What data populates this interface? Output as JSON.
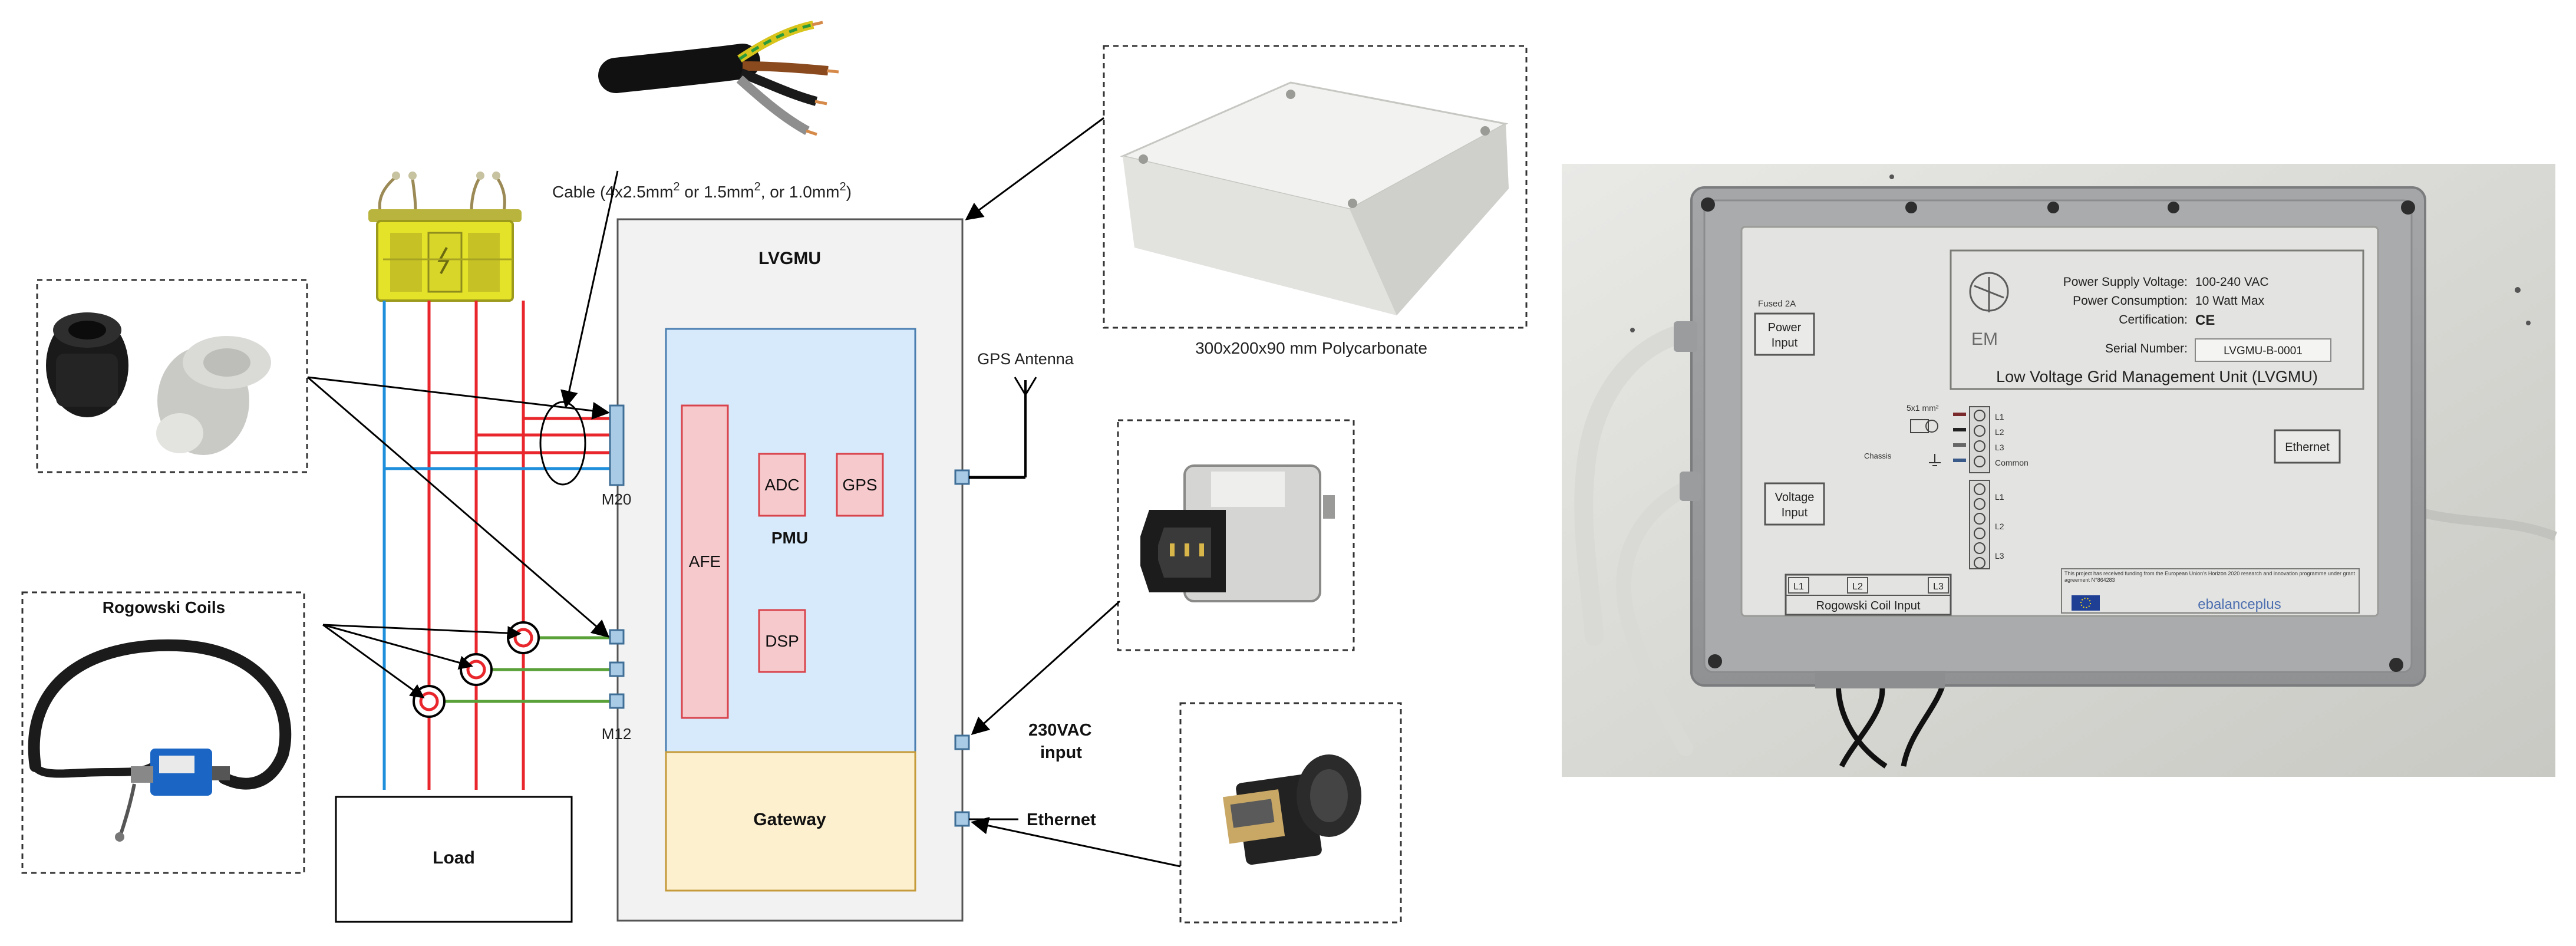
{
  "diagram": {
    "cable_label_prefix": "Cable (4x2.5mm",
    "cable_label_sup": "2",
    "cable_label_mid1": " or 1.5mm",
    "cable_label_mid2": ", or 1.0mm",
    "cable_label_suffix": ")",
    "lvgmu_title": "LVGMU",
    "afe": "AFE",
    "adc": "ADC",
    "gps": "GPS",
    "pmu": "PMU",
    "dsp": "DSP",
    "gateway": "Gateway",
    "gps_antenna": "GPS Antenna",
    "enclosure_caption": "300x200x90 mm Polycarbonate",
    "m20": "M20",
    "m12": "M12",
    "rogowski_coils": "Rogowski Coils",
    "load": "Load",
    "power_input_line1": "230VAC",
    "power_input_line2": "input",
    "ethernet": "Ethernet"
  },
  "device_label": {
    "fused": "Fused 2A",
    "power_input_1": "Power",
    "power_input_2": "Input",
    "power_supply_key": "Power Supply Voltage:",
    "power_supply_val": "100-240 VAC",
    "power_consumption_key": "Power Consumption:",
    "power_consumption_val": "10 Watt Max",
    "certification_key": "Certification:",
    "certification_val": "CE",
    "serial_key": "Serial Number:",
    "serial_val": "LVGMU-B-0001",
    "unit_title": "Low Voltage Grid Management Unit (LVGMU)",
    "wire_spec": "5x1 mm²",
    "chassis": "Chassis",
    "l1": "L1",
    "l2": "L2",
    "l3": "L3",
    "common": "Common",
    "voltage_input_1": "Voltage",
    "voltage_input_2": "Input",
    "ethernet": "Ethernet",
    "rogowski_input": "Rogowski Coil Input",
    "funding": "This project has received funding from the European Union's Horizon 2020 research and innovation programme under grant agreement N°864283",
    "brand": "ebalanceplus",
    "logo_text": "EM"
  },
  "colors": {
    "phase_red": "#e8262b",
    "neutral_blue": "#1f8fdc",
    "coil_green": "#5aa13a",
    "pmu_block": "#d6eafb",
    "gateway_block": "#fdf0cf",
    "chip_pink": "#f6c9cc",
    "chip_border": "#d9434b",
    "port_blue": "#a9cbe6",
    "transformer_yellow": "#e5e22a"
  }
}
